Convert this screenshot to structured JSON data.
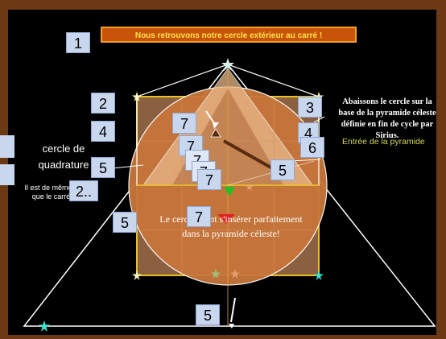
{
  "banner": {
    "text": "Nous retrouvons notre cercle extérieur au carré !"
  },
  "notes": {
    "right": "Abaissons le cercle sur la base de la pyramide céleste définie en fin de cycle par Sirius.",
    "right_tag": "Entrée de la pyramide",
    "left_title": "cercle de quadrature",
    "left_body": "Il est de même surface que le carré-base.",
    "center": "Le cercle vient s'insérer parfaitement dans la pyramide céleste!"
  },
  "badges": {
    "b1": "1",
    "b2": "2",
    "b3": "3",
    "b4a": "4",
    "b4b": "4",
    "b5a": "5",
    "b5b": "5",
    "b5c": "5",
    "b5d": "5",
    "b6": "6",
    "b2dot": "2..",
    "b7a": "7",
    "b7b": "7",
    "b7c": "7",
    "b7d": "7",
    "b7e": "7",
    "b7f": "7"
  },
  "colors": {
    "slide_border": "#6b3a14",
    "background": "#000000",
    "circle_fill": "#c8763a",
    "square_line": "#e8c020",
    "pyramid_fill": "#e8b88a",
    "banner_fill": "#c8540a",
    "banner_text": "#ffe34a",
    "badge_fill": "#c8d6ee"
  },
  "icons": [
    "star-icon",
    "arrow-down-icon",
    "red-triangle-marker-icon",
    "green-triangle-marker-icon"
  ]
}
